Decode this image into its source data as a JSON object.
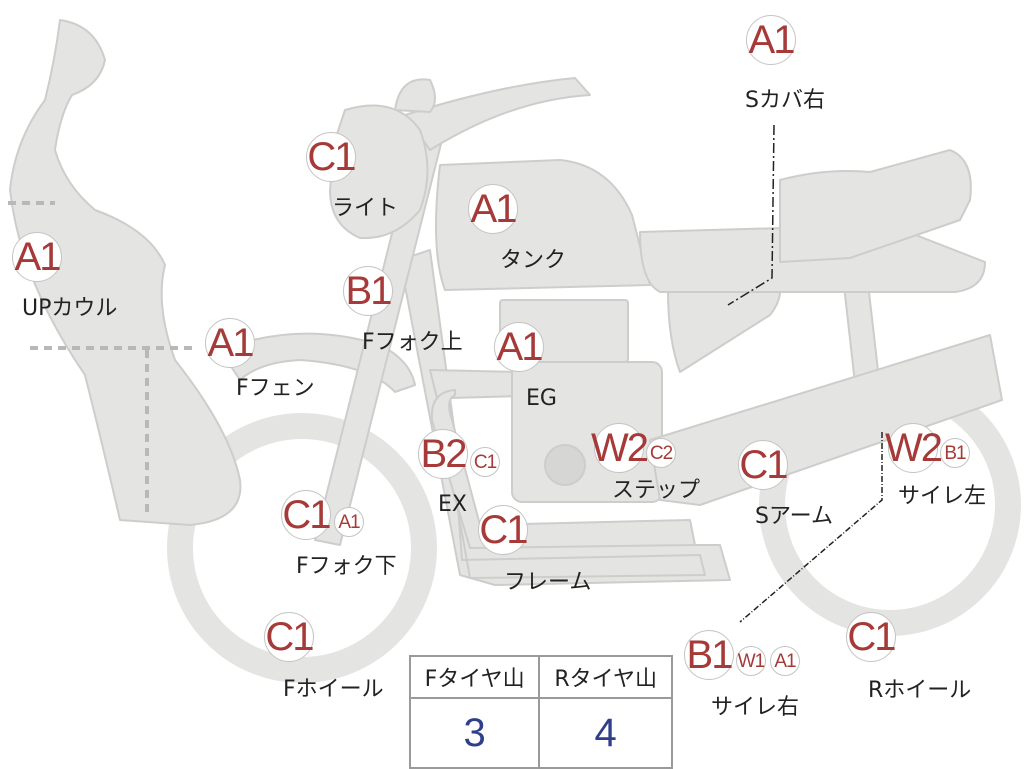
{
  "parts": {
    "scover_r": {
      "label": "Sカバ右",
      "codes": [
        "A1"
      ]
    },
    "light": {
      "label": "ライト",
      "codes": [
        "C1"
      ]
    },
    "tank": {
      "label": "タンク",
      "codes": [
        "A1"
      ]
    },
    "up_cowl": {
      "label": "UPカウル",
      "codes": [
        "A1"
      ]
    },
    "ffork_top": {
      "label": "Fフォク上",
      "codes": [
        "B1"
      ]
    },
    "ffender": {
      "label": "Fフェン",
      "codes": [
        "A1"
      ]
    },
    "eg": {
      "label": "EG",
      "codes": [
        "A1"
      ]
    },
    "ex": {
      "label": "EX",
      "codes": [
        "B2",
        "C1"
      ]
    },
    "step": {
      "label": "ステップ",
      "codes": [
        "W2",
        "C2"
      ]
    },
    "sarm": {
      "label": "Sアーム",
      "codes": [
        "C1"
      ]
    },
    "muffler_l": {
      "label": "サイレ左",
      "codes": [
        "W2",
        "B1"
      ]
    },
    "ffork_bottom": {
      "label": "Fフォク下",
      "codes": [
        "C1",
        "A1"
      ]
    },
    "frame": {
      "label": "フレーム",
      "codes": [
        "C1"
      ]
    },
    "fwheel": {
      "label": "Fホイール",
      "codes": [
        "C1"
      ]
    },
    "muffler_r": {
      "label": "サイレ右",
      "codes": [
        "B1",
        "W1",
        "A1"
      ]
    },
    "rwheel": {
      "label": "Rホイール",
      "codes": [
        "C1"
      ]
    }
  },
  "tire_table": {
    "headers": [
      "Fタイヤ山",
      "Rタイヤ山"
    ],
    "values": [
      "3",
      "4"
    ]
  },
  "colors": {
    "part_fill": "#e4e4e2",
    "part_stroke": "#cdcdcb",
    "code_text": "#a63a38",
    "table_value": "#2f3f8a"
  }
}
